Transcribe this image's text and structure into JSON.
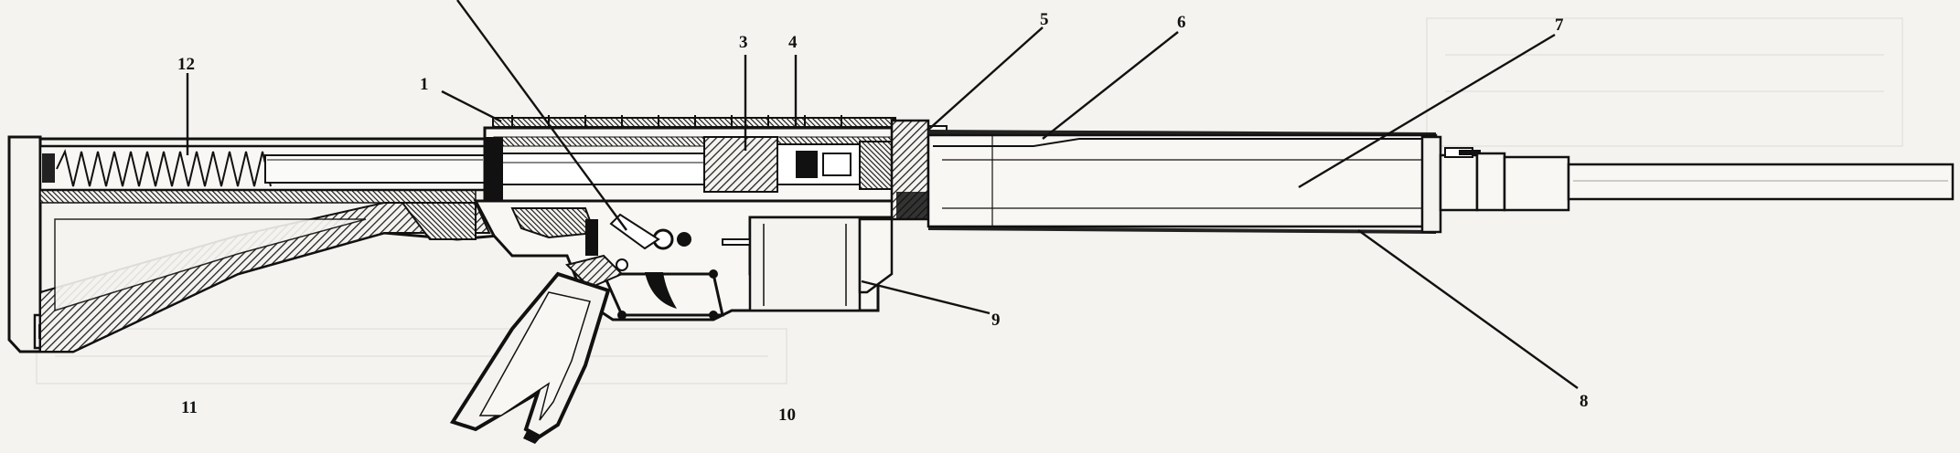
{
  "diagram": {
    "colors": {
      "ink": "#1a1a1a",
      "paper": "#f4f3ef",
      "hatch": "#2a2a2a"
    },
    "callouts": [
      {
        "id": "1",
        "label": "1"
      },
      {
        "id": "2",
        "label": ""
      },
      {
        "id": "3",
        "label": "3"
      },
      {
        "id": "4",
        "label": "4"
      },
      {
        "id": "5",
        "label": "5"
      },
      {
        "id": "6",
        "label": "6"
      },
      {
        "id": "7",
        "label": "7"
      },
      {
        "id": "8",
        "label": "8"
      },
      {
        "id": "9",
        "label": "9"
      },
      {
        "id": "10",
        "label": "10"
      },
      {
        "id": "11",
        "label": "11"
      },
      {
        "id": "12",
        "label": "12"
      }
    ]
  }
}
